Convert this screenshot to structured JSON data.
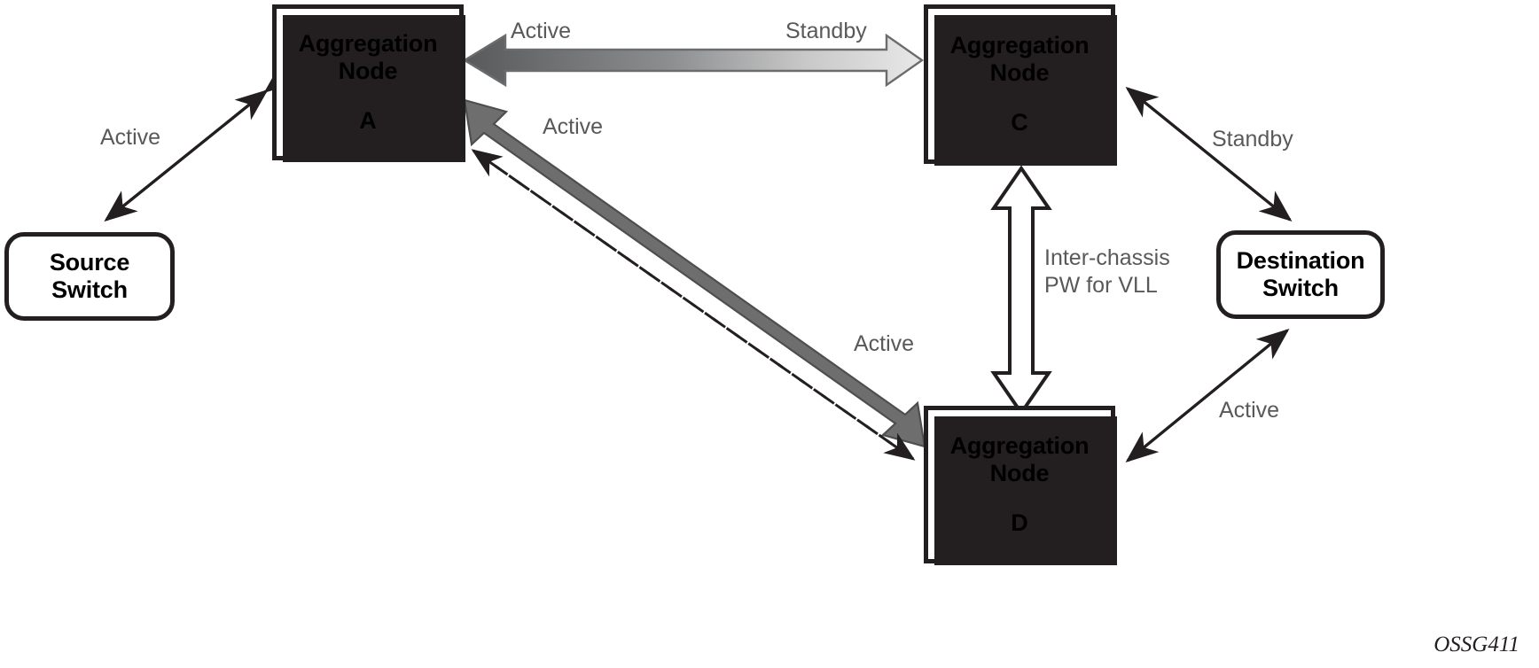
{
  "figure": {
    "id_label": "OSSG411",
    "colors": {
      "outline": "#231f20",
      "label_text": "#58595b",
      "thick_arrow_gray": "#6e6e6e",
      "gradient_dark": "#58595b",
      "gradient_light": "#e2e2e2",
      "hollow_fill": "#ffffff",
      "background": "#ffffff"
    }
  },
  "nodes": {
    "agg_a": {
      "line1": "Aggregation",
      "line2": "Node",
      "letter": "A"
    },
    "agg_c": {
      "line1": "Aggregation",
      "line2": "Node",
      "letter": "C"
    },
    "agg_d": {
      "line1": "Aggregation",
      "line2": "Node",
      "letter": "D"
    },
    "source_switch": {
      "line1": "Source",
      "line2": "Switch"
    },
    "destination_switch": {
      "line1": "Destination",
      "line2": "Switch"
    }
  },
  "labels": {
    "source_to_a": "Active",
    "a_to_c_active": "Active",
    "a_to_c_standby": "Standby",
    "a_to_d_upper": "Active",
    "a_to_d_lower": "Active",
    "c_to_dest": "Standby",
    "d_to_dest": "Active",
    "inter_chassis_line1": "Inter-chassis",
    "inter_chassis_line2": "PW for VLL"
  }
}
